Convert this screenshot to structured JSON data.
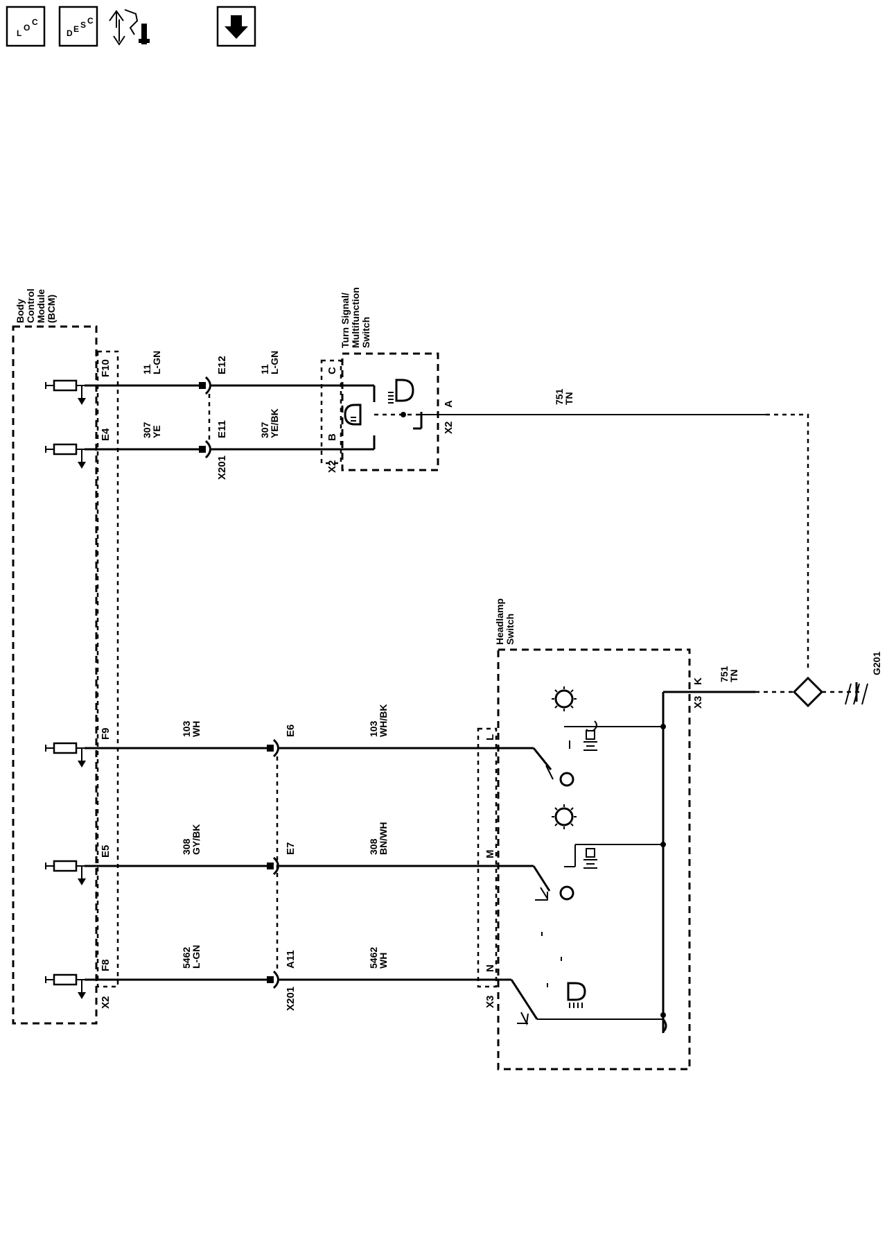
{
  "toolbar": {
    "loc_icon": "location-view-icon",
    "desc_icon": "description-view-icon",
    "diag_icon": "diagnostic-tools-icon",
    "down_icon": "down-arrow-icon",
    "loc_letters": [
      "L",
      "O",
      "C"
    ],
    "desc_letters": [
      "D",
      "E",
      "S",
      "C"
    ]
  },
  "components": {
    "bcm": [
      "Body",
      "Control",
      "Module",
      "(BCM)"
    ],
    "turn_switch": [
      "Turn Signal/",
      "Multifunction",
      "Switch"
    ],
    "headlamp_switch": [
      "Headlamp",
      "Switch"
    ],
    "ground": "G201"
  },
  "bcm_pins": {
    "f10": "F10",
    "e4": "E4",
    "f9": "F9",
    "e5": "E5",
    "f8": "F8",
    "conn": "X2"
  },
  "inline_conn": {
    "e12": "E12",
    "e11": "E11",
    "e6": "E6",
    "e7": "E7",
    "a11": "A11",
    "name_top": "X201",
    "name_bottom": "X201"
  },
  "turn_pins": {
    "c": "C",
    "b": "B",
    "a": "A",
    "conn_left": "X2",
    "conn_right": "X2"
  },
  "headlamp_pins": {
    "l": "L",
    "m": "M",
    "n": "N",
    "k": "K",
    "conn_left": "X3",
    "conn_right": "X3"
  },
  "wires": {
    "w11a_num": "11",
    "w11a_col": "L-GN",
    "w11b_num": "11",
    "w11b_col": "L-GN",
    "w307a_num": "307",
    "w307a_col": "YE",
    "w307b_num": "307",
    "w307b_col": "YE/BK",
    "w751a_num": "751",
    "w751a_col": "TN",
    "w751b_num": "751",
    "w751b_col": "TN",
    "w103a_num": "103",
    "w103a_col": "WH",
    "w103b_num": "103",
    "w103b_col": "WH/BK",
    "w308a_num": "308",
    "w308a_col": "GY/BK",
    "w308b_num": "308",
    "w308b_col": "BN/WH",
    "w5462a_num": "5462",
    "w5462a_col": "L-GN",
    "w5462b_num": "5462",
    "w5462b_col": "WH"
  }
}
